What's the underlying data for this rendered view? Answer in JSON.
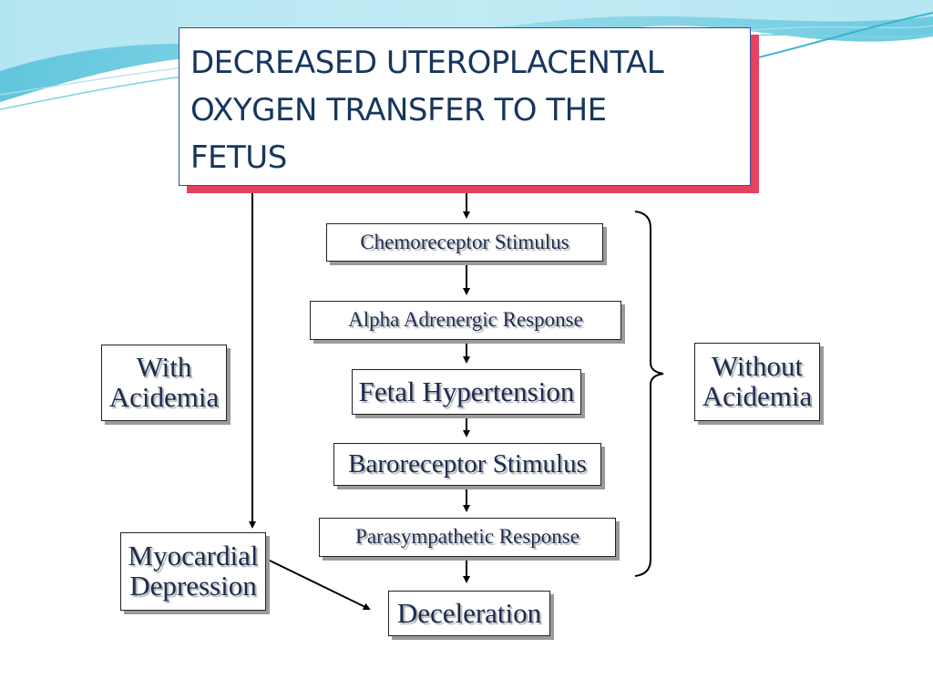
{
  "title": {
    "lines": [
      "DECREASED UTEROPLACENTAL",
      "OXYGEN TRANSFER TO THE",
      "FETUS"
    ]
  },
  "steps": {
    "chemoreceptor": "Chemoreceptor Stimulus",
    "alpha": "Alpha Adrenergic Response",
    "hypertension": "Fetal Hypertension",
    "baroreceptor": "Baroreceptor Stimulus",
    "parasympathetic": "Parasympathetic Response",
    "deceleration": "Deceleration"
  },
  "side": {
    "with_acidemia": [
      "With",
      "Acidemia"
    ],
    "without_acidemia": [
      "Without",
      "Acidemia"
    ],
    "myocardial": [
      "Myocardial",
      "Depression"
    ]
  },
  "colors": {
    "title_text": "#17365d",
    "title_border": "#2a4fa8",
    "title_shadow": "#e6425e",
    "box_text": "#1c2b4f",
    "wave": "#5fc6dd"
  }
}
